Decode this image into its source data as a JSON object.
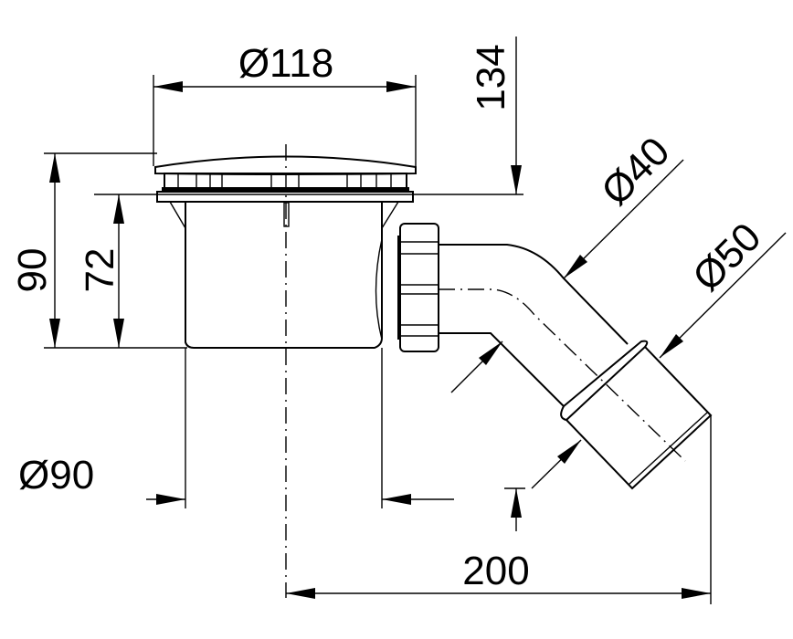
{
  "dimensions": {
    "top_diameter": "Ø118",
    "height_total": "134",
    "height_body": "90",
    "height_inner": "72",
    "body_diameter": "Ø90",
    "outlet_inner_diameter": "Ø40",
    "outlet_outer_diameter": "Ø50",
    "outlet_offset": "200"
  }
}
